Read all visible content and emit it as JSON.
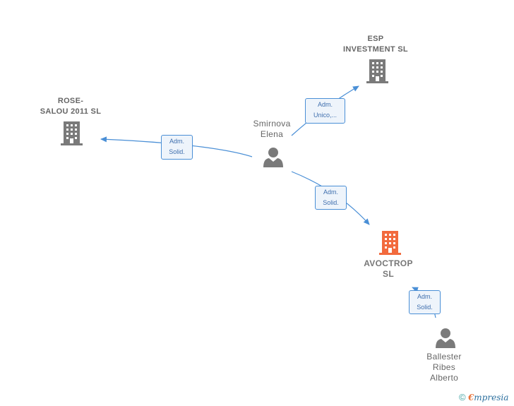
{
  "nodes": {
    "esp": {
      "lines": [
        "ESP",
        "INVESTMENT SL"
      ],
      "type": "company"
    },
    "rose": {
      "lines": [
        "ROSE-",
        "SALOU 2011 SL"
      ],
      "type": "company"
    },
    "smirnova": {
      "lines": [
        "Smirnova",
        "Elena"
      ],
      "type": "person"
    },
    "avoctrop": {
      "lines": [
        "AVOCTROP",
        "SL"
      ],
      "type": "company-highlight"
    },
    "ballester": {
      "lines": [
        "Ballester",
        "Ribes",
        "Alberto"
      ],
      "type": "person"
    }
  },
  "edges": {
    "smirnova_esp": {
      "lines": [
        "Adm.",
        "Unico,..."
      ]
    },
    "smirnova_rose": {
      "lines": [
        "Adm.",
        "Solid."
      ]
    },
    "smirnova_avoctrop": {
      "lines": [
        "Adm.",
        "Solid."
      ]
    },
    "ballester_avoctrop": {
      "lines": [
        "Adm.",
        "Solid."
      ]
    }
  },
  "watermark": {
    "copyright": "©",
    "brand_initial": "€",
    "brand_rest": "mpresia"
  },
  "colors": {
    "company_icon": "#7a7a7a",
    "highlight_icon": "#f26a3d",
    "person_icon": "#7a7a7a",
    "edge": "#4a8fd6",
    "edge_label_bg": "#eef4fb"
  },
  "icons": {
    "company": "building-icon",
    "person": "person-icon"
  }
}
